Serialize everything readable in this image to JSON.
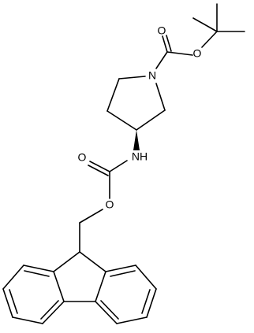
{
  "molecule": {
    "atom_labels": {
      "carbonyl_o_top": "O",
      "ester_o_top": "O",
      "ring_n": "N",
      "amine_nh": "NH",
      "carbonyl_o_mid": "O",
      "ester_o_mid": "O"
    },
    "stereo": {
      "wedge_bond": "C3-NH"
    }
  },
  "colors": {
    "bond": "#000000",
    "label": "#000000",
    "background": "#ffffff"
  }
}
